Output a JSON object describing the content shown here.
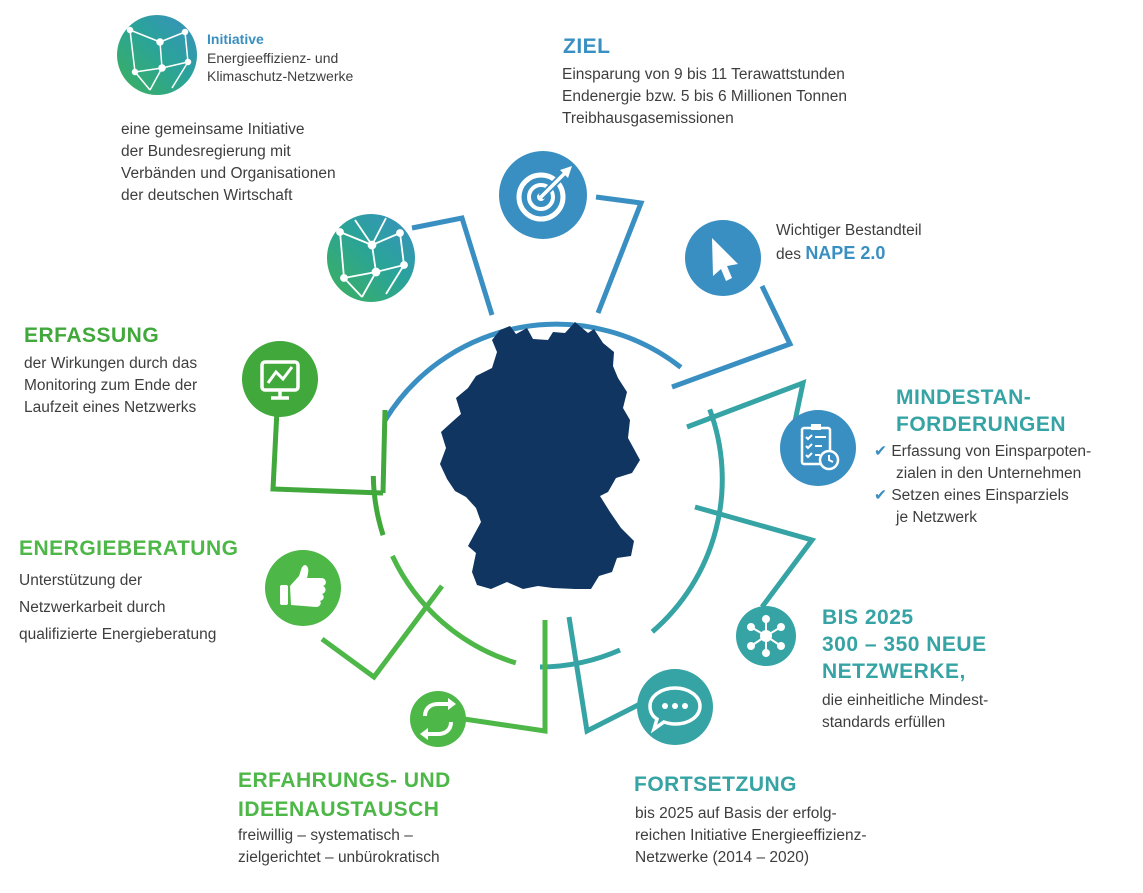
{
  "logo": {
    "title": "Initiative",
    "line1": "Energieeffizienz- und",
    "line2": "Klimaschutz-Netzwerke"
  },
  "intro": [
    "eine gemeinsame Initiative",
    "der Bundesregierung mit",
    "Verbänden und Organisationen",
    "der deutschen Wirtschaft"
  ],
  "ziel": {
    "heading": "ZIEL",
    "lines": [
      "Einsparung von 9 bis 11 Terawattstunden",
      "Endenergie bzw. 5 bis 6 Millionen Tonnen",
      "Treibhausgasemissionen"
    ]
  },
  "nape": {
    "line1": "Wichtiger Bestandteil",
    "prefix": "des",
    "highlight": "NAPE 2.0"
  },
  "mindest": {
    "heading1": "MINDESTAN-",
    "heading2": "FORDERUNGEN",
    "check": "✔",
    "item1a": "Erfassung von Einsparpoten-",
    "item1b": "zialen in den Unternehmen",
    "item2a": "Setzen eines Einsparziels",
    "item2b": "je Netzwerk"
  },
  "bis2025": {
    "heading1": "BIS 2025",
    "heading2": "300 – 350 NEUE",
    "heading3": "NETZWERKE,",
    "line1": "die einheitliche Mindest-",
    "line2": "standards erfüllen"
  },
  "fortsetzung": {
    "heading": "FORTSETZUNG",
    "lines": [
      "bis 2025 auf Basis der erfolg-",
      "reichen Initiative Energieeffizienz-",
      "Netzwerke (2014 – 2020)"
    ]
  },
  "erfahrung": {
    "heading1": "ERFAHRUNGS- UND",
    "heading2": "IDEENAUSTAUSCH",
    "line1": "freiwillig – systematisch –",
    "line2": "zielgerichtet – unbürokratisch"
  },
  "energieberatung": {
    "heading": "ENERGIEBERATUNG",
    "lines": [
      "Unterstützung der",
      "Netzwerkarbeit durch",
      "qualifizierte Energieberatung"
    ]
  },
  "erfassung": {
    "heading": "ERFASSUNG",
    "lines": [
      "der Wirkungen durch das",
      "Monitoring zum Ende der",
      "Laufzeit eines Netzwerks"
    ]
  },
  "icons": {
    "logo": "network-globe-icon",
    "network": "network-globe-icon",
    "ziel": "target-icon",
    "nape": "cursor-icon",
    "mindest": "checklist-clock-icon",
    "bis2025": "network-hub-icon",
    "fortsetzung": "speech-bubble-icon",
    "erfahrung": "exchange-arrows-icon",
    "energieberatung": "thumbs-up-icon",
    "erfassung": "monitor-chart-icon"
  },
  "colors": {
    "blue": "#3a8fc2",
    "teal": "#36a3a4",
    "green": "#41a83b",
    "navy": "#0f3560"
  }
}
